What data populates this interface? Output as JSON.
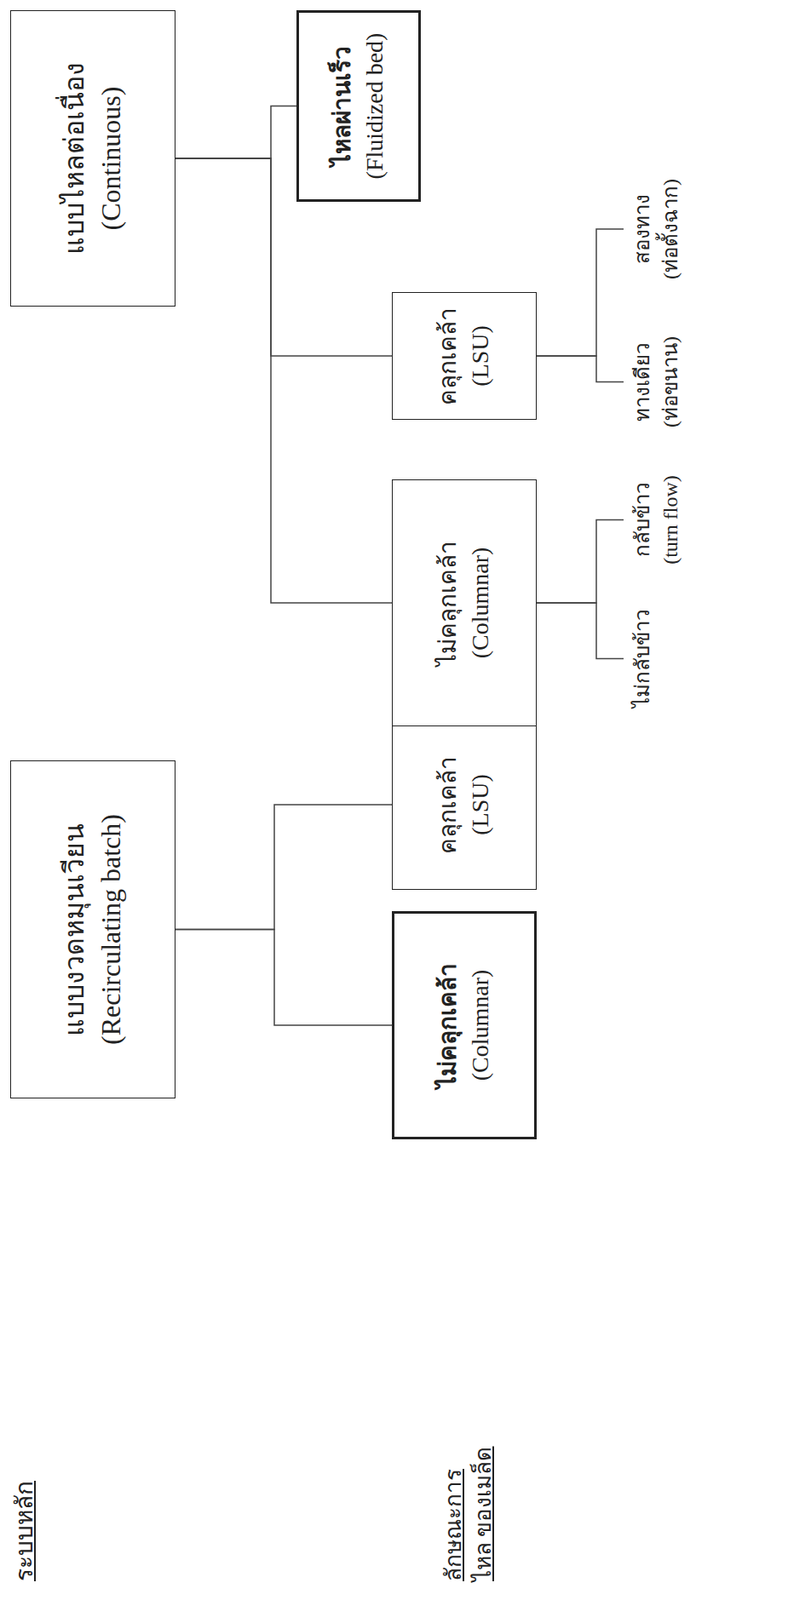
{
  "diagram": {
    "nodes": [
      {
        "text": [
          "แบบงวดหมุนเวียน",
          "(Recirculating batch)"
        ]
      },
      {
        "text": [
          "แบบไหลต่อเนื่อง",
          "(Continuous)"
        ]
      },
      {
        "text": [
          "ไม่คลุกเคล้า",
          "(Columnar)"
        ]
      },
      {
        "text": [
          "คลุกเคล้า",
          "(LSU)"
        ]
      },
      {
        "text": [
          "ไม่คลุกเคล้า",
          "(Columnar)"
        ]
      },
      {
        "text": [
          "คลุกเคล้า",
          "(LSU)"
        ]
      },
      {
        "text": [
          "ไหลผ่านเร็ว",
          "(Fluidized bed)"
        ]
      },
      {
        "text": [
          "ไม่กลับข้าว"
        ]
      },
      {
        "text": [
          "กลับข้าว",
          "(turn flow)"
        ]
      },
      {
        "text": [
          "ทางเดียว",
          "(ท่อขนาน)"
        ]
      },
      {
        "text": [
          "สองทาง",
          "(ท่อตั้งฉาก)"
        ]
      }
    ],
    "edges": [
      {
        "from": 0,
        "to": 2,
        "arrow": "none"
      },
      {
        "from": 0,
        "to": 3,
        "arrow": "none"
      },
      {
        "from": 1,
        "to": 4,
        "arrow": "none"
      },
      {
        "from": 1,
        "to": 5,
        "arrow": "none"
      },
      {
        "from": 1,
        "to": 6,
        "arrow": "none"
      },
      {
        "from": 4,
        "to": 7,
        "arrow": "none"
      },
      {
        "from": 4,
        "to": 8,
        "arrow": "none"
      },
      {
        "from": 5,
        "to": 9,
        "arrow": "none"
      },
      {
        "from": 5,
        "to": 10,
        "arrow": "none"
      }
    ],
    "labels": [
      "ระบบหลัก",
      "ลักษณะการไหล ของเมล็ด"
    ]
  }
}
